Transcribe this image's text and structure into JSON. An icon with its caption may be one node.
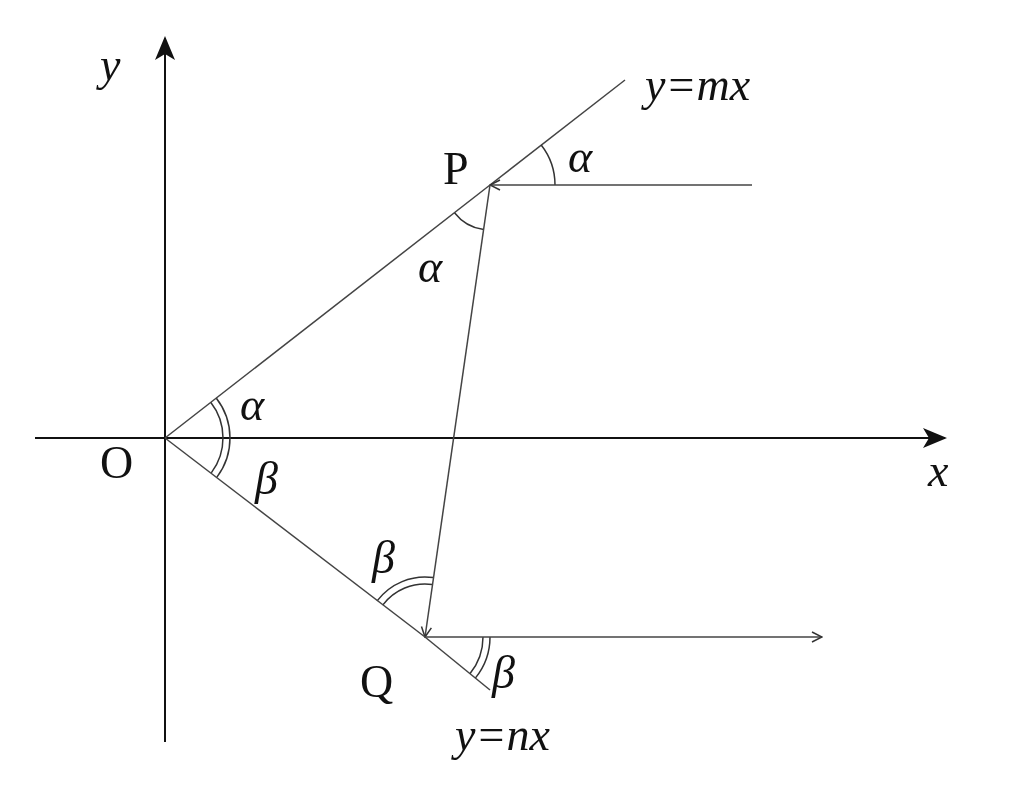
{
  "diagram": {
    "nodes": [
      {
        "text": [
          "O"
        ]
      },
      {
        "text": [
          "P"
        ]
      },
      {
        "text": [
          "Q"
        ]
      }
    ],
    "edges": [
      {
        "from": null,
        "to": 1,
        "arrow": "to"
      },
      {
        "from": 1,
        "to": 2,
        "arrow": "to"
      },
      {
        "from": 2,
        "to": null,
        "arrow": "to"
      },
      {
        "from": 0,
        "to": 1,
        "arrow": "none"
      },
      {
        "from": 0,
        "to": 2,
        "arrow": "none"
      }
    ],
    "labels": [
      "y",
      "x",
      "y=mx",
      "α",
      "α",
      "α",
      "β",
      "β",
      "β",
      "y=nx"
    ]
  }
}
